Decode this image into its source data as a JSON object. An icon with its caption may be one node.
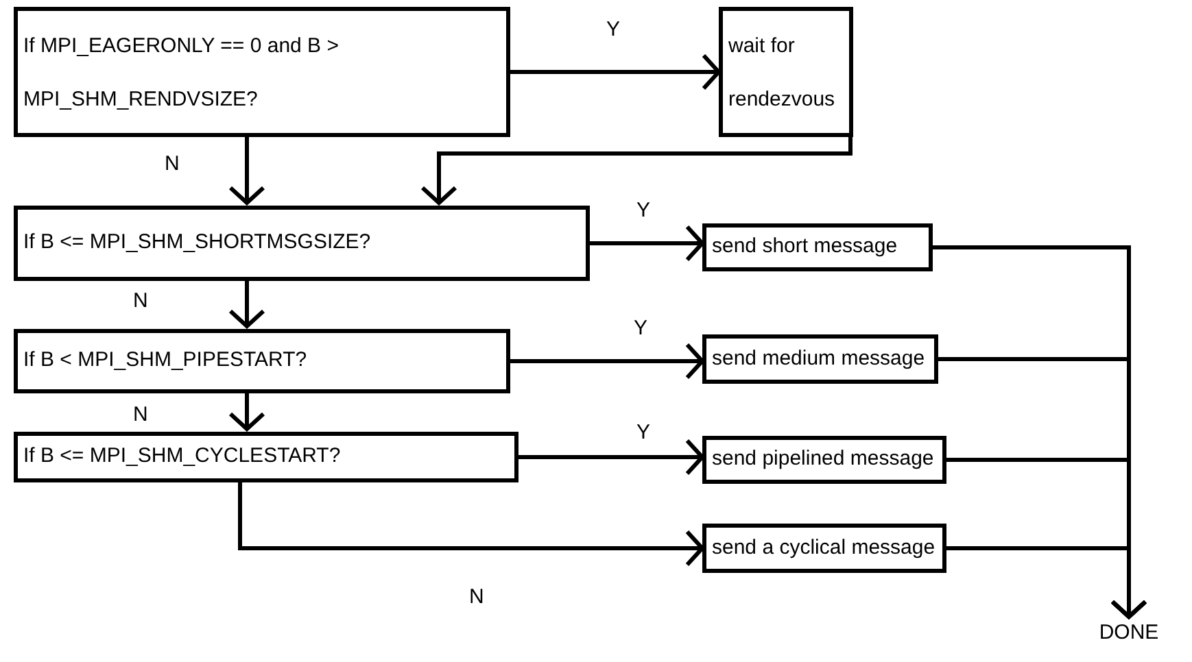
{
  "diagram": {
    "nodes": [
      {
        "text": [
          "If MPI_EAGERONLY == 0 and B > MPI_SHM_RENDVSIZE?"
        ]
      },
      {
        "text": [
          "wait for rendezvous"
        ]
      },
      {
        "text": [
          "If B <= MPI_SHM_SHORTMSGSIZE?"
        ]
      },
      {
        "text": [
          "send short message"
        ]
      },
      {
        "text": [
          "If B < MPI_SHM_PIPESTART?"
        ]
      },
      {
        "text": [
          "send medium message"
        ]
      },
      {
        "text": [
          "If B <= MPI_SHM_CYCLESTART?"
        ]
      },
      {
        "text": [
          "send pipelined message"
        ]
      },
      {
        "text": [
          "send a cyclical message"
        ]
      },
      {
        "text": [
          "DONE"
        ]
      }
    ],
    "edges": [
      {
        "from": 0,
        "to": 1,
        "arrow": "to",
        "label": "Y"
      },
      {
        "from": 0,
        "to": 2,
        "arrow": "to",
        "label": "N"
      },
      {
        "from": 1,
        "to": 2,
        "arrow": "to"
      },
      {
        "from": 2,
        "to": 3,
        "arrow": "to",
        "label": "Y"
      },
      {
        "from": 2,
        "to": 4,
        "arrow": "to",
        "label": "N"
      },
      {
        "from": 4,
        "to": 5,
        "arrow": "to",
        "label": "Y"
      },
      {
        "from": 4,
        "to": 6,
        "arrow": "to",
        "label": "N"
      },
      {
        "from": 6,
        "to": 7,
        "arrow": "to",
        "label": "Y"
      },
      {
        "from": 6,
        "to": 8,
        "arrow": "to",
        "label": "N"
      },
      {
        "from": 3,
        "to": 9,
        "arrow": "to"
      },
      {
        "from": 5,
        "to": 9,
        "arrow": "to"
      },
      {
        "from": 7,
        "to": 9,
        "arrow": "to"
      },
      {
        "from": 8,
        "to": 9,
        "arrow": "to"
      }
    ]
  }
}
